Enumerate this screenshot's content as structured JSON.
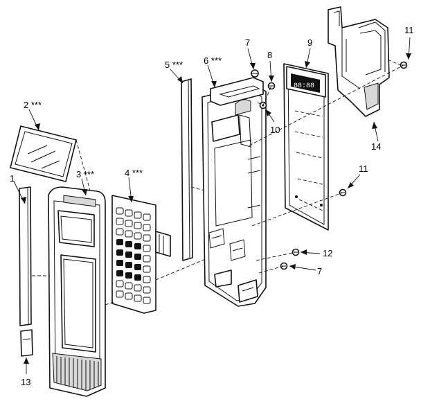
{
  "callouts": {
    "c1": "1",
    "c2": "2 ***",
    "c3": "3 ***",
    "c4": "4 ***",
    "c5": "5 ***",
    "c6": "6 ***",
    "c7a": "7",
    "c7b": "7",
    "c8": "8",
    "c9": "9",
    "c10": "10",
    "c11a": "11",
    "c11b": "11",
    "c12": "12",
    "c13": "13",
    "c14": "14"
  },
  "display_readout": "88:88"
}
